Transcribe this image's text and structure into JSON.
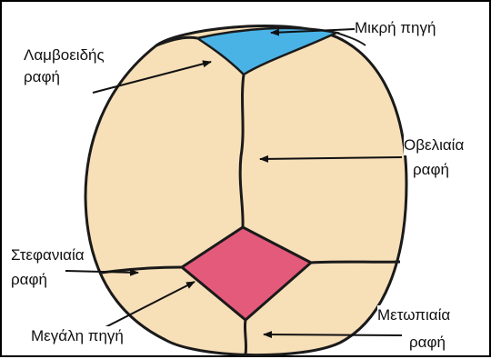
{
  "labels": {
    "posterior_fontanelle": "Μικρή πηγή",
    "lambdoid_suture_line1": "Λαμβοειδής",
    "lambdoid_suture_line2": "ραφή",
    "sagittal_suture_line1": "Οβελιαία",
    "sagittal_suture_line2": "ραφή",
    "coronal_suture_line1": "Στεφανιαία",
    "coronal_suture_line2": "ραφή",
    "anterior_fontanelle": "Μεγάλη πηγή",
    "metopic_suture_line1": "Μετωπιαία",
    "metopic_suture_line2": "ραφή"
  },
  "colors": {
    "skull_fill": "#f7dfb8",
    "posterior_fontanelle_fill": "#49b3e6",
    "anterior_fontanelle_fill": "#e45a7a",
    "suture_line": "#1a1a1a",
    "arrow": "#111111"
  }
}
